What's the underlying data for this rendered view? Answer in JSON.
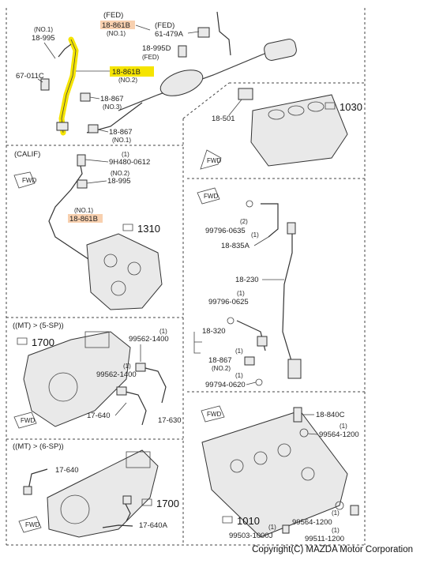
{
  "labels": {
    "fed_top": "(FED)",
    "p18861b_top": "18-861B",
    "no1_top": "(NO.1)",
    "fed_right": "(FED)",
    "p61479a": "61-479A",
    "no1_a": "(NO.1)",
    "p18995_a": "18-995",
    "p18995d": "18-995D",
    "fed_d": "(FED)",
    "p18861b_main": "18-861B",
    "no2_main": "(NO.2)",
    "p67011c": "67-011C",
    "p18867_a": "18-867",
    "no3": "(NO.3)",
    "p18867_b": "18-867",
    "no1_b": "(NO.1)",
    "p18501": "18-501",
    "ref1030": "1030",
    "calif": "(CALIF)",
    "fwd": "FWD",
    "one_a": "(1)",
    "p9h480": "9H480-0612",
    "no2_b": "(NO.2)",
    "p18995_b": "18-995",
    "no1_c": "(NO.1)",
    "p18861b_c": "18-861B",
    "ref1310": "1310",
    "two": "(2)",
    "p99796_0635": "99796-0635",
    "one_b": "(1)",
    "p18835a": "18-835A",
    "p18230": "18-230",
    "p99796_0625": "99796-0625",
    "mt5": "((MT) > (5-SP))",
    "ref1700_a": "1700",
    "one_c": "(1)",
    "p99562_1400_a": "99562-1400",
    "one_d": "(1)",
    "p99562_1400_b": "99562-1400",
    "p17640_a": "17-640",
    "p17630": "17-630",
    "p18320": "18-320",
    "one_e": "(1)",
    "p18867_c": "18-867",
    "no2_c": "(NO.2)",
    "one_f": "(1)",
    "p99794_0620": "99794-0620",
    "p18840c": "18-840C",
    "one_g": "(1)",
    "p99564_1200_a": "99564-1200",
    "mt6": "((MT) > (6-SP))",
    "p17640_b": "17-640",
    "ref1700_b": "1700",
    "p17640a": "17-640A",
    "ref1010": "1010",
    "one_h": "(1)",
    "p99564_1200_b": "99564-1200",
    "one_i": "(1)",
    "p99503_1000j": "99503-1000J",
    "one_j": "(1)",
    "p99511_1200": "99511-1200"
  },
  "highlight_color": "#f5e400",
  "highlight_label_color": "#f3b07a",
  "copyright": "Copyright(C) MAZDA Motor Corporation"
}
